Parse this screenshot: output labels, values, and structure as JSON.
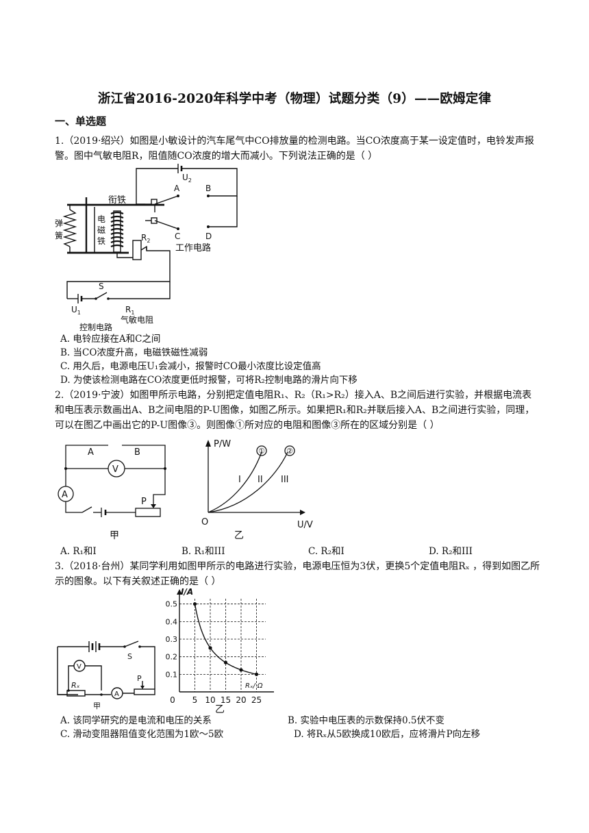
{
  "title": "浙江省2016-2020年科学中考（物理）试题分类（9）——欧姆定律",
  "section": "一、单选题",
  "q1": {
    "text": "1.（2019·绍兴）如图是小敏设计的汽车尾气中CO排放量的检测电路。当CO浓度高于某一设定值时，电铃发声报警。图中气敏电阻R，阻值随CO浓度的增大而减小。下列说法正确的是（    ）",
    "figure": {
      "u2": "U",
      "u2_sub": "2",
      "a": "A",
      "b": "B",
      "c": "C",
      "d": "D",
      "armature": "衔铁",
      "spring_1": "弹",
      "spring_2": "簧",
      "magnet_1": "电",
      "magnet_2": "磁",
      "magnet_3": "铁",
      "r2": "R",
      "r2_sub": "2",
      "work": "工作电路",
      "s": "S",
      "u1": "U",
      "u1_sub": "1",
      "r1": "R",
      "r1_sub": "1",
      "sensor": "气敏电阻",
      "control": "控制电路"
    },
    "options": [
      "A. 电铃应接在A和C之间",
      "B. 当CO浓度升高，电磁铁磁性减弱",
      "C. 用久后，电源电压U₁会减小，报警时CO最小浓度比设定值高",
      "D. 为使该检测电路在CO浓度更低时报警，可将R₂控制电路的滑片向下移"
    ]
  },
  "q2": {
    "text": "2.（2019·宁波）如图甲所示电路，分别把定值电阻R₁、R₂（R₁>R₂）接入A、B之间后进行实验，并根据电流表和电压表示数画出A、B之间电阻的P-U图像，如图乙所示。如果把R₁和R₂并联后接入A、B之间进行实验，同理，可以在图乙中画出它的P-U图像③。则图像①所对应的电阻和图像③所在的区域分别是（     ）",
    "circuit": {
      "a": "A",
      "b": "B",
      "v": "V",
      "amm": "A",
      "p": "P",
      "label": "甲"
    },
    "graph": {
      "ylabel": "P/W",
      "xlabel": "U/V",
      "origin": "O",
      "curve1": "①",
      "curve2": "②",
      "region1": "I",
      "region2": "II",
      "region3": "III",
      "label": "乙"
    },
    "options": [
      "A. R₁和I",
      "B. R₁和III",
      "C. R₂和I",
      "D. R₂和III"
    ]
  },
  "q3": {
    "text": "3.（2018·台州）某同学利用如图甲所示的电路进行实验，电源电压恒为3伏，更换5个定值电阻Rₓ ，得到如图乙所示的图象。以下有关叙述正确的是（        ）",
    "circuit": {
      "s": "S",
      "v": "V",
      "rx": "Rₓ",
      "amm": "A",
      "p": "P",
      "label": "甲"
    },
    "chart_data": {
      "type": "scatter",
      "ylabel": "I/A",
      "xlabel": "Rₓ/ Ω",
      "label": "乙",
      "x_ticks": [
        "0",
        "5",
        "10",
        "15",
        "20",
        "25"
      ],
      "y_ticks": [
        "0.1",
        "0.2",
        "0.3",
        "0.4",
        "0.5"
      ],
      "xlim": [
        0,
        28
      ],
      "ylim": [
        0,
        0.53
      ],
      "x": [
        5,
        10,
        15,
        20,
        25
      ],
      "y": [
        0.5,
        0.25,
        0.167,
        0.125,
        0.1
      ]
    },
    "options": [
      "A. 该同学研究的是电流和电压的关系",
      "B. 实验中电压表的示数保持0.5伏不变",
      "C. 滑动变阻器阻值变化范围为1欧～5欧",
      "D. 将Rₓ从5欧换成10欧后，应将滑片P向左移"
    ]
  }
}
